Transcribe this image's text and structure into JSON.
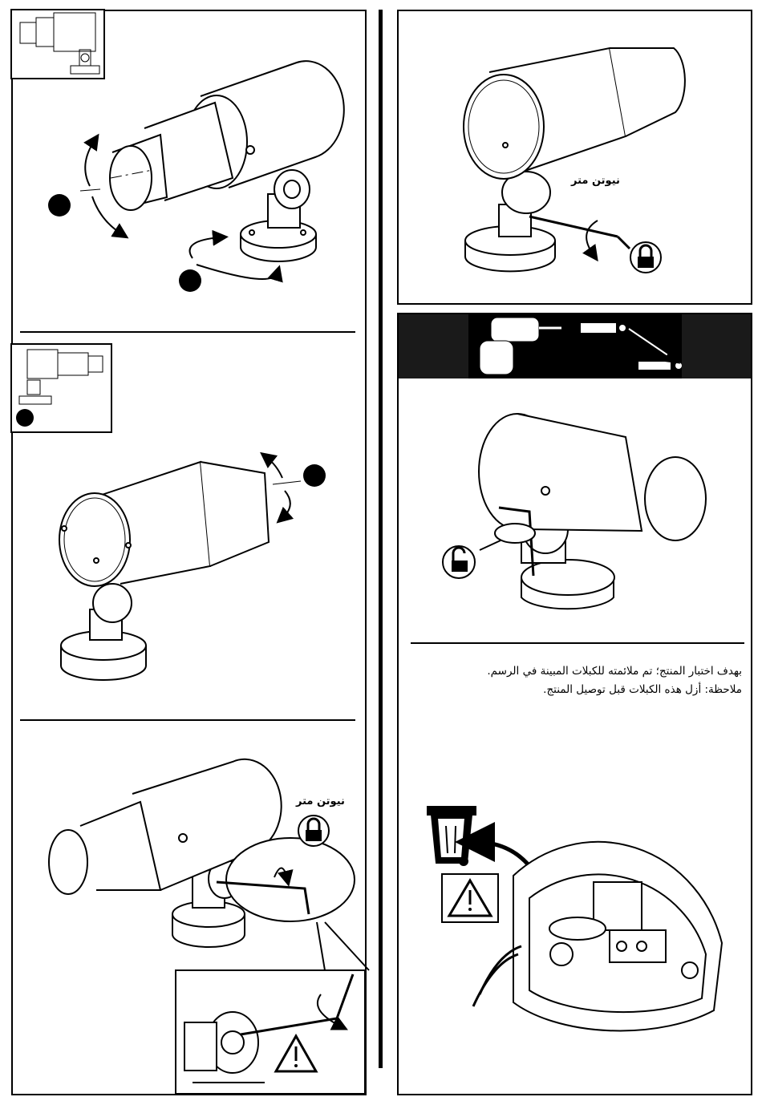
{
  "labels": {
    "torque_left": "نيوتن متر",
    "torque_right": "نيوتن متر"
  },
  "note": {
    "line1": "بهدف اختبار المنتج؛ تم ملائمته للكبلات المبينة في الرسم.",
    "line2": "ملاحظة: أزل هذه الكبلات قبل توصيل المنتج."
  },
  "icons": {
    "lock": "lock-icon",
    "unlock": "unlock-icon",
    "warning": "warning-icon",
    "bin": "waste-bin-icon",
    "drill": "drill-icon"
  },
  "colors": {
    "ink": "#000000",
    "paper": "#ffffff",
    "banner": "#1a1a1a"
  }
}
